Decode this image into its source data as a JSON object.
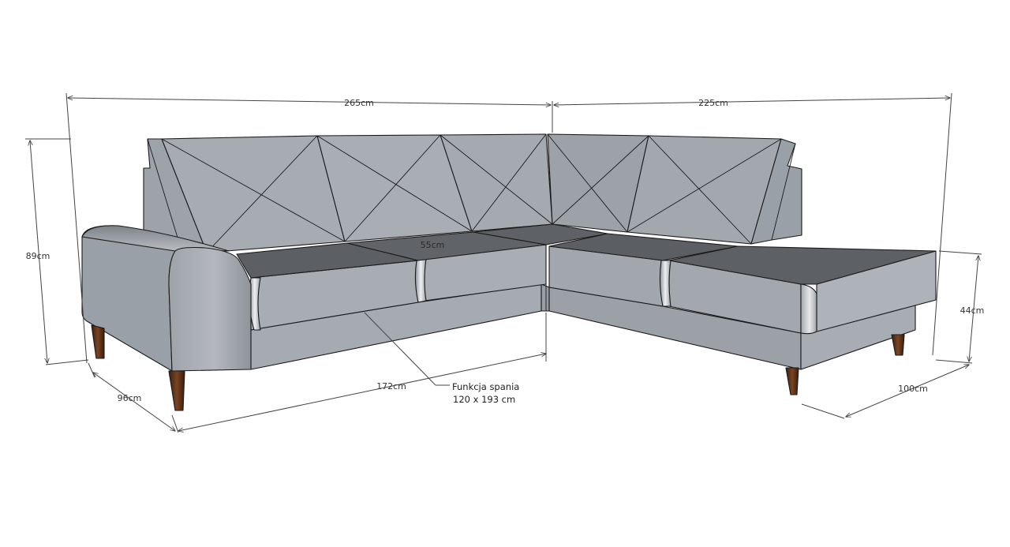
{
  "dimensions": {
    "width_left": "265cm",
    "width_right": "225cm",
    "height_total": "89cm",
    "depth_left": "96cm",
    "seat_length": "172cm",
    "seat_depth": "55cm",
    "seat_height": "44cm",
    "depth_right": "100cm"
  },
  "note": {
    "line1": "Funkcja spania",
    "line2": "120 x 193 cm"
  },
  "colors": {
    "fabric_light": "#a7acb3",
    "fabric_mid": "#9aa0a8",
    "fabric_dark": "#8e949c",
    "cushion_top": "#5c5f63",
    "leg_wood": "#5a2e16",
    "background": "#ffffff"
  }
}
